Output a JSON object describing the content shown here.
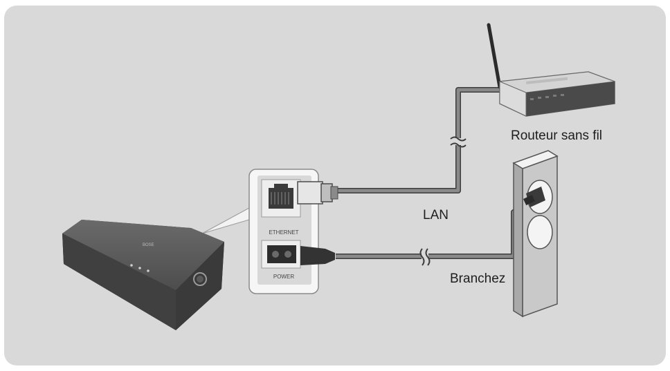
{
  "labels": {
    "router": "Routeur sans fil",
    "lan": "LAN",
    "plug": "Branchez"
  },
  "panel_labels": {
    "ethernet": "ETHERNET",
    "power": "POWER"
  },
  "speaker": {
    "logo": "BOSE"
  },
  "colors": {
    "background": "#d9d9d9",
    "cable": "#707070",
    "cable_outline": "#3c3c3c",
    "speaker": "#4a4a4a",
    "panel": "#f2f2f2",
    "outlet_plate": "#e8e8e8"
  },
  "icons": [
    "wireless-router-icon",
    "wall-outlet-icon",
    "speaker-icon",
    "ethernet-port-icon",
    "power-port-icon",
    "break-mark-icon"
  ]
}
